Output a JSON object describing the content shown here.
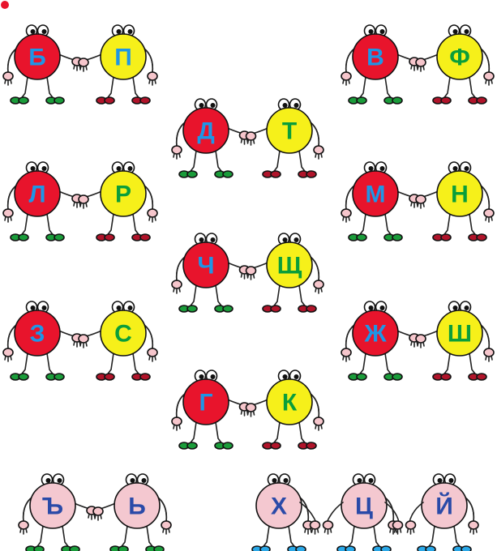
{
  "colors": {
    "red": "#e8142c",
    "yellow": "#f6f01a",
    "pink": "#f4c8d0",
    "blue_letter": "#1e96e6",
    "green_letter": "#0a9e3a",
    "navy_letter": "#2a4aa8",
    "shoe_green": "#1a9c3a",
    "shoe_red": "#b0142a",
    "shoe_blue": "#2aa8e8",
    "arm_yellow": "#f2d21c",
    "hand_pink": "#f6c6cc",
    "record_dot": "#e8142c"
  },
  "corner_marker": {
    "icon": "red-dot-icon",
    "color": "#e8142c"
  },
  "pairs": [
    {
      "name": "pair-b-p",
      "chars": [
        {
          "letter": "Б",
          "body": "red",
          "color": "blue_letter",
          "shoe": "shoe_green"
        },
        {
          "letter": "П",
          "body": "yellow",
          "color": "blue_letter",
          "shoe": "shoe_red"
        }
      ]
    },
    {
      "name": "pair-v-f",
      "chars": [
        {
          "letter": "В",
          "body": "red",
          "color": "blue_letter",
          "shoe": "shoe_green"
        },
        {
          "letter": "Ф",
          "body": "yellow",
          "color": "green_letter",
          "shoe": "shoe_red"
        }
      ]
    },
    {
      "name": "pair-d-t",
      "chars": [
        {
          "letter": "Д",
          "body": "red",
          "color": "blue_letter",
          "shoe": "shoe_green"
        },
        {
          "letter": "Т",
          "body": "yellow",
          "color": "green_letter",
          "shoe": "shoe_red"
        }
      ]
    },
    {
      "name": "pair-l-r",
      "chars": [
        {
          "letter": "Л",
          "body": "red",
          "color": "blue_letter",
          "shoe": "shoe_green"
        },
        {
          "letter": "Р",
          "body": "yellow",
          "color": "green_letter",
          "shoe": "shoe_red"
        }
      ]
    },
    {
      "name": "pair-m-n",
      "chars": [
        {
          "letter": "М",
          "body": "red",
          "color": "blue_letter",
          "shoe": "shoe_green"
        },
        {
          "letter": "Н",
          "body": "yellow",
          "color": "green_letter",
          "shoe": "shoe_red"
        }
      ]
    },
    {
      "name": "pair-ch-sht",
      "chars": [
        {
          "letter": "Ч",
          "body": "red",
          "color": "blue_letter",
          "shoe": "shoe_green"
        },
        {
          "letter": "Щ",
          "body": "yellow",
          "color": "green_letter",
          "shoe": "shoe_red"
        }
      ]
    },
    {
      "name": "pair-z-s",
      "chars": [
        {
          "letter": "З",
          "body": "red",
          "color": "blue_letter",
          "shoe": "shoe_green"
        },
        {
          "letter": "С",
          "body": "yellow",
          "color": "green_letter",
          "shoe": "shoe_red"
        }
      ]
    },
    {
      "name": "pair-zh-sh",
      "chars": [
        {
          "letter": "Ж",
          "body": "red",
          "color": "blue_letter",
          "shoe": "shoe_green"
        },
        {
          "letter": "Ш",
          "body": "yellow",
          "color": "green_letter",
          "shoe": "shoe_red"
        }
      ]
    },
    {
      "name": "pair-g-k",
      "chars": [
        {
          "letter": "Г",
          "body": "red",
          "color": "blue_letter",
          "shoe": "shoe_green"
        },
        {
          "letter": "К",
          "body": "yellow",
          "color": "green_letter",
          "shoe": "shoe_red"
        }
      ]
    },
    {
      "name": "pair-hard-soft",
      "chars": [
        {
          "letter": "Ъ",
          "body": "pink",
          "color": "navy_letter",
          "shoe": "shoe_green"
        },
        {
          "letter": "Ь",
          "body": "pink",
          "color": "navy_letter",
          "shoe": "shoe_green"
        }
      ]
    },
    {
      "name": "group-h-ts-y",
      "chars": [
        {
          "letter": "Х",
          "body": "pink",
          "color": "navy_letter",
          "shoe": "shoe_blue"
        },
        {
          "letter": "Ц",
          "body": "pink",
          "color": "navy_letter",
          "shoe": "shoe_blue"
        },
        {
          "letter": "Й",
          "body": "pink",
          "color": "navy_letter",
          "shoe": "shoe_blue"
        }
      ]
    }
  ]
}
